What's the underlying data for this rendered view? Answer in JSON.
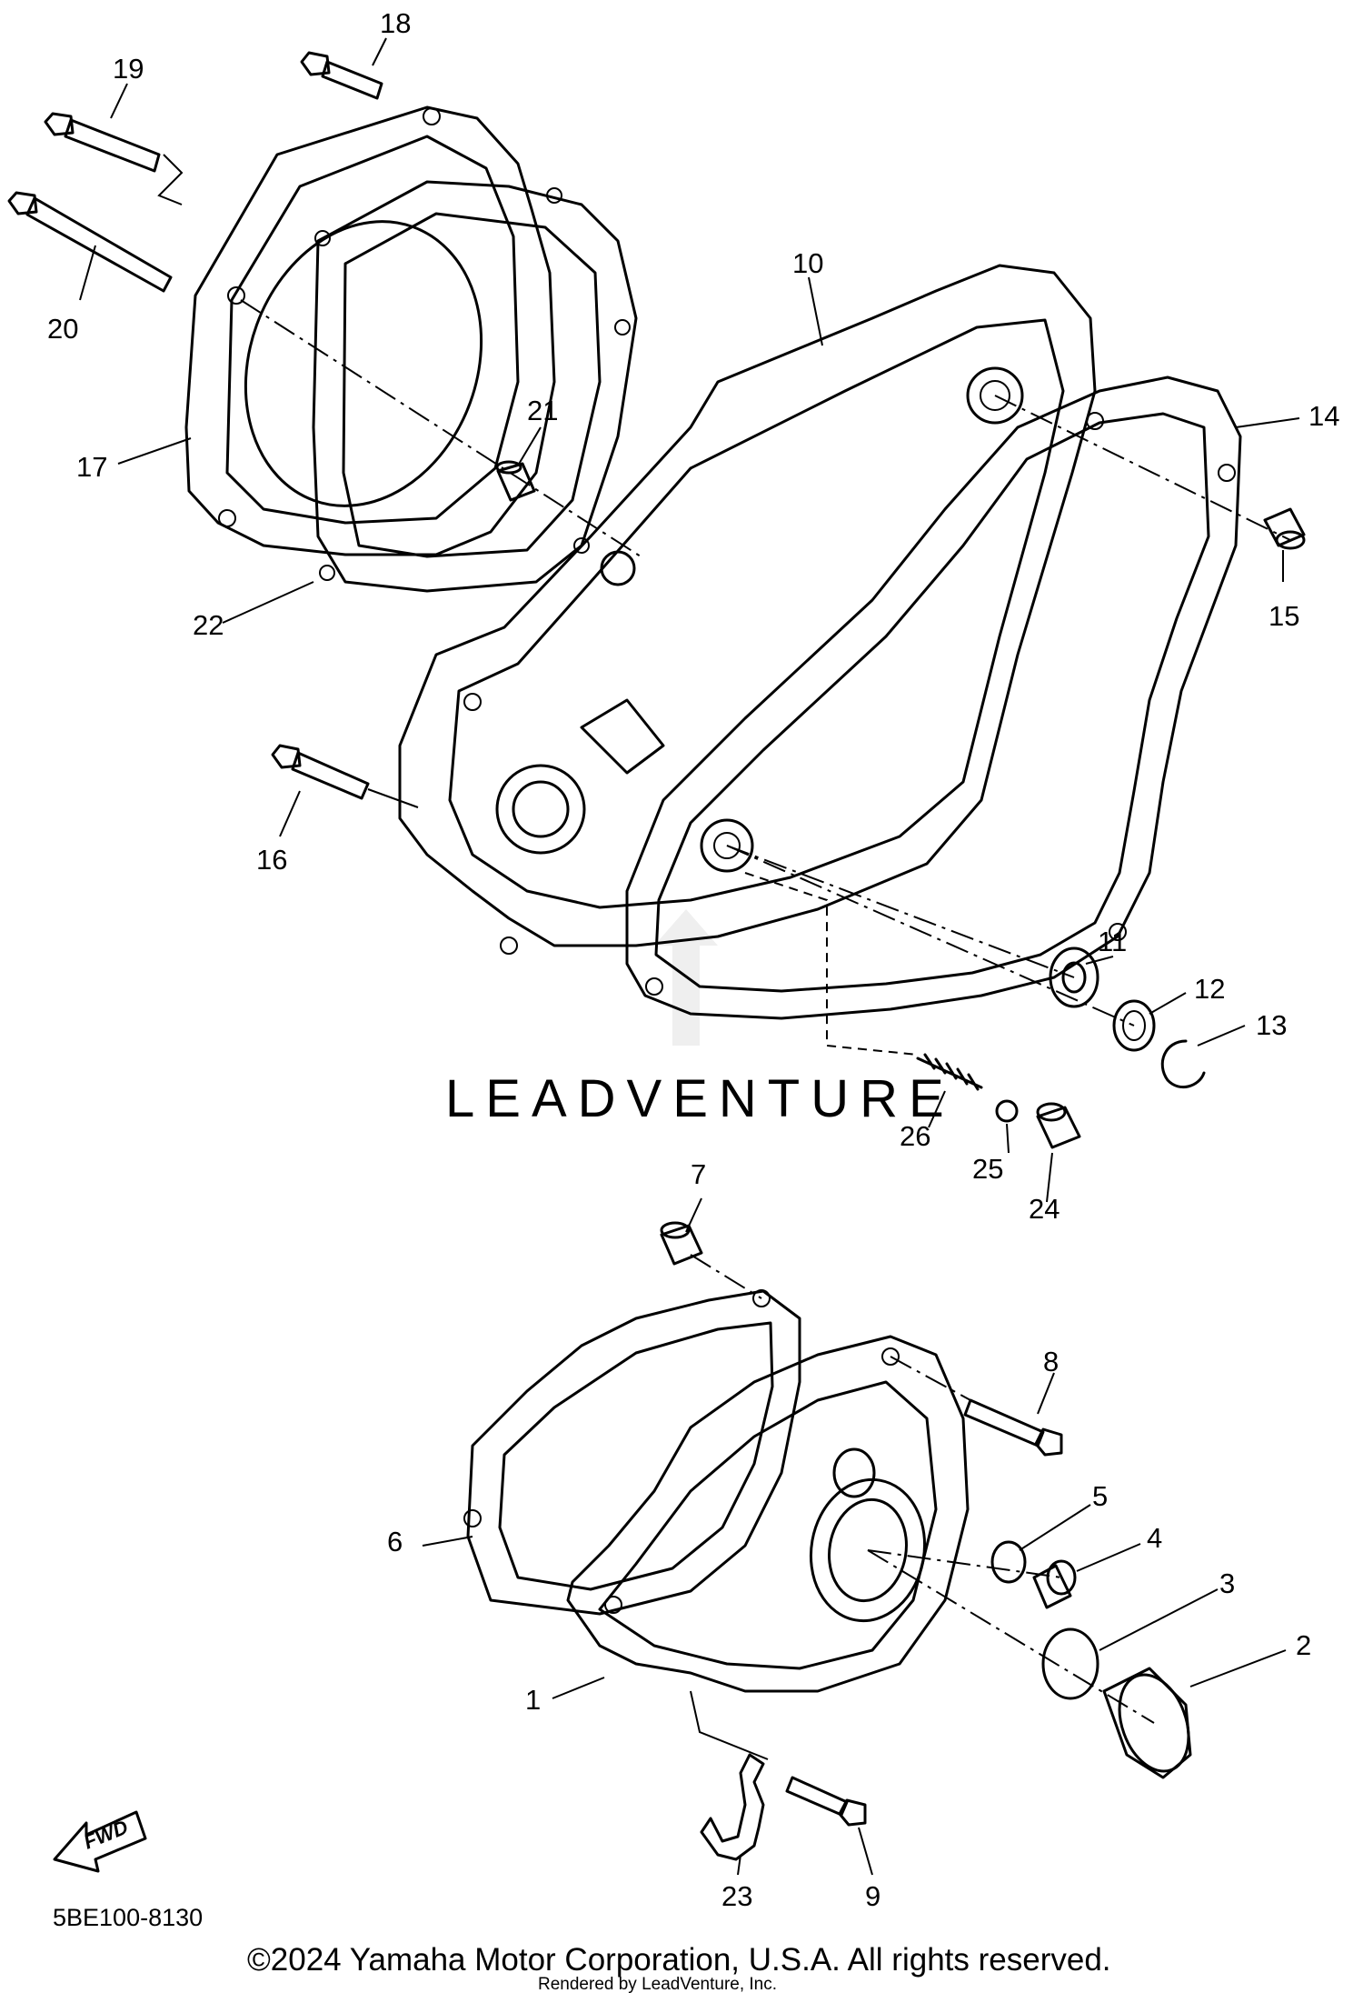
{
  "diagram": {
    "code": "5BE100-8130",
    "watermark": "LEADVENTURE",
    "fwd_label": "FWD",
    "copyright": "©2024 Yamaha Motor Corporation, U.S.A. All rights reserved.",
    "rendered_by": "Rendered by LeadVenture, Inc.",
    "callouts": [
      "1",
      "2",
      "3",
      "4",
      "5",
      "6",
      "7",
      "8",
      "9",
      "10",
      "11",
      "12",
      "13",
      "14",
      "15",
      "16",
      "17",
      "18",
      "19",
      "20",
      "21",
      "22",
      "23",
      "24",
      "25",
      "26"
    ]
  }
}
